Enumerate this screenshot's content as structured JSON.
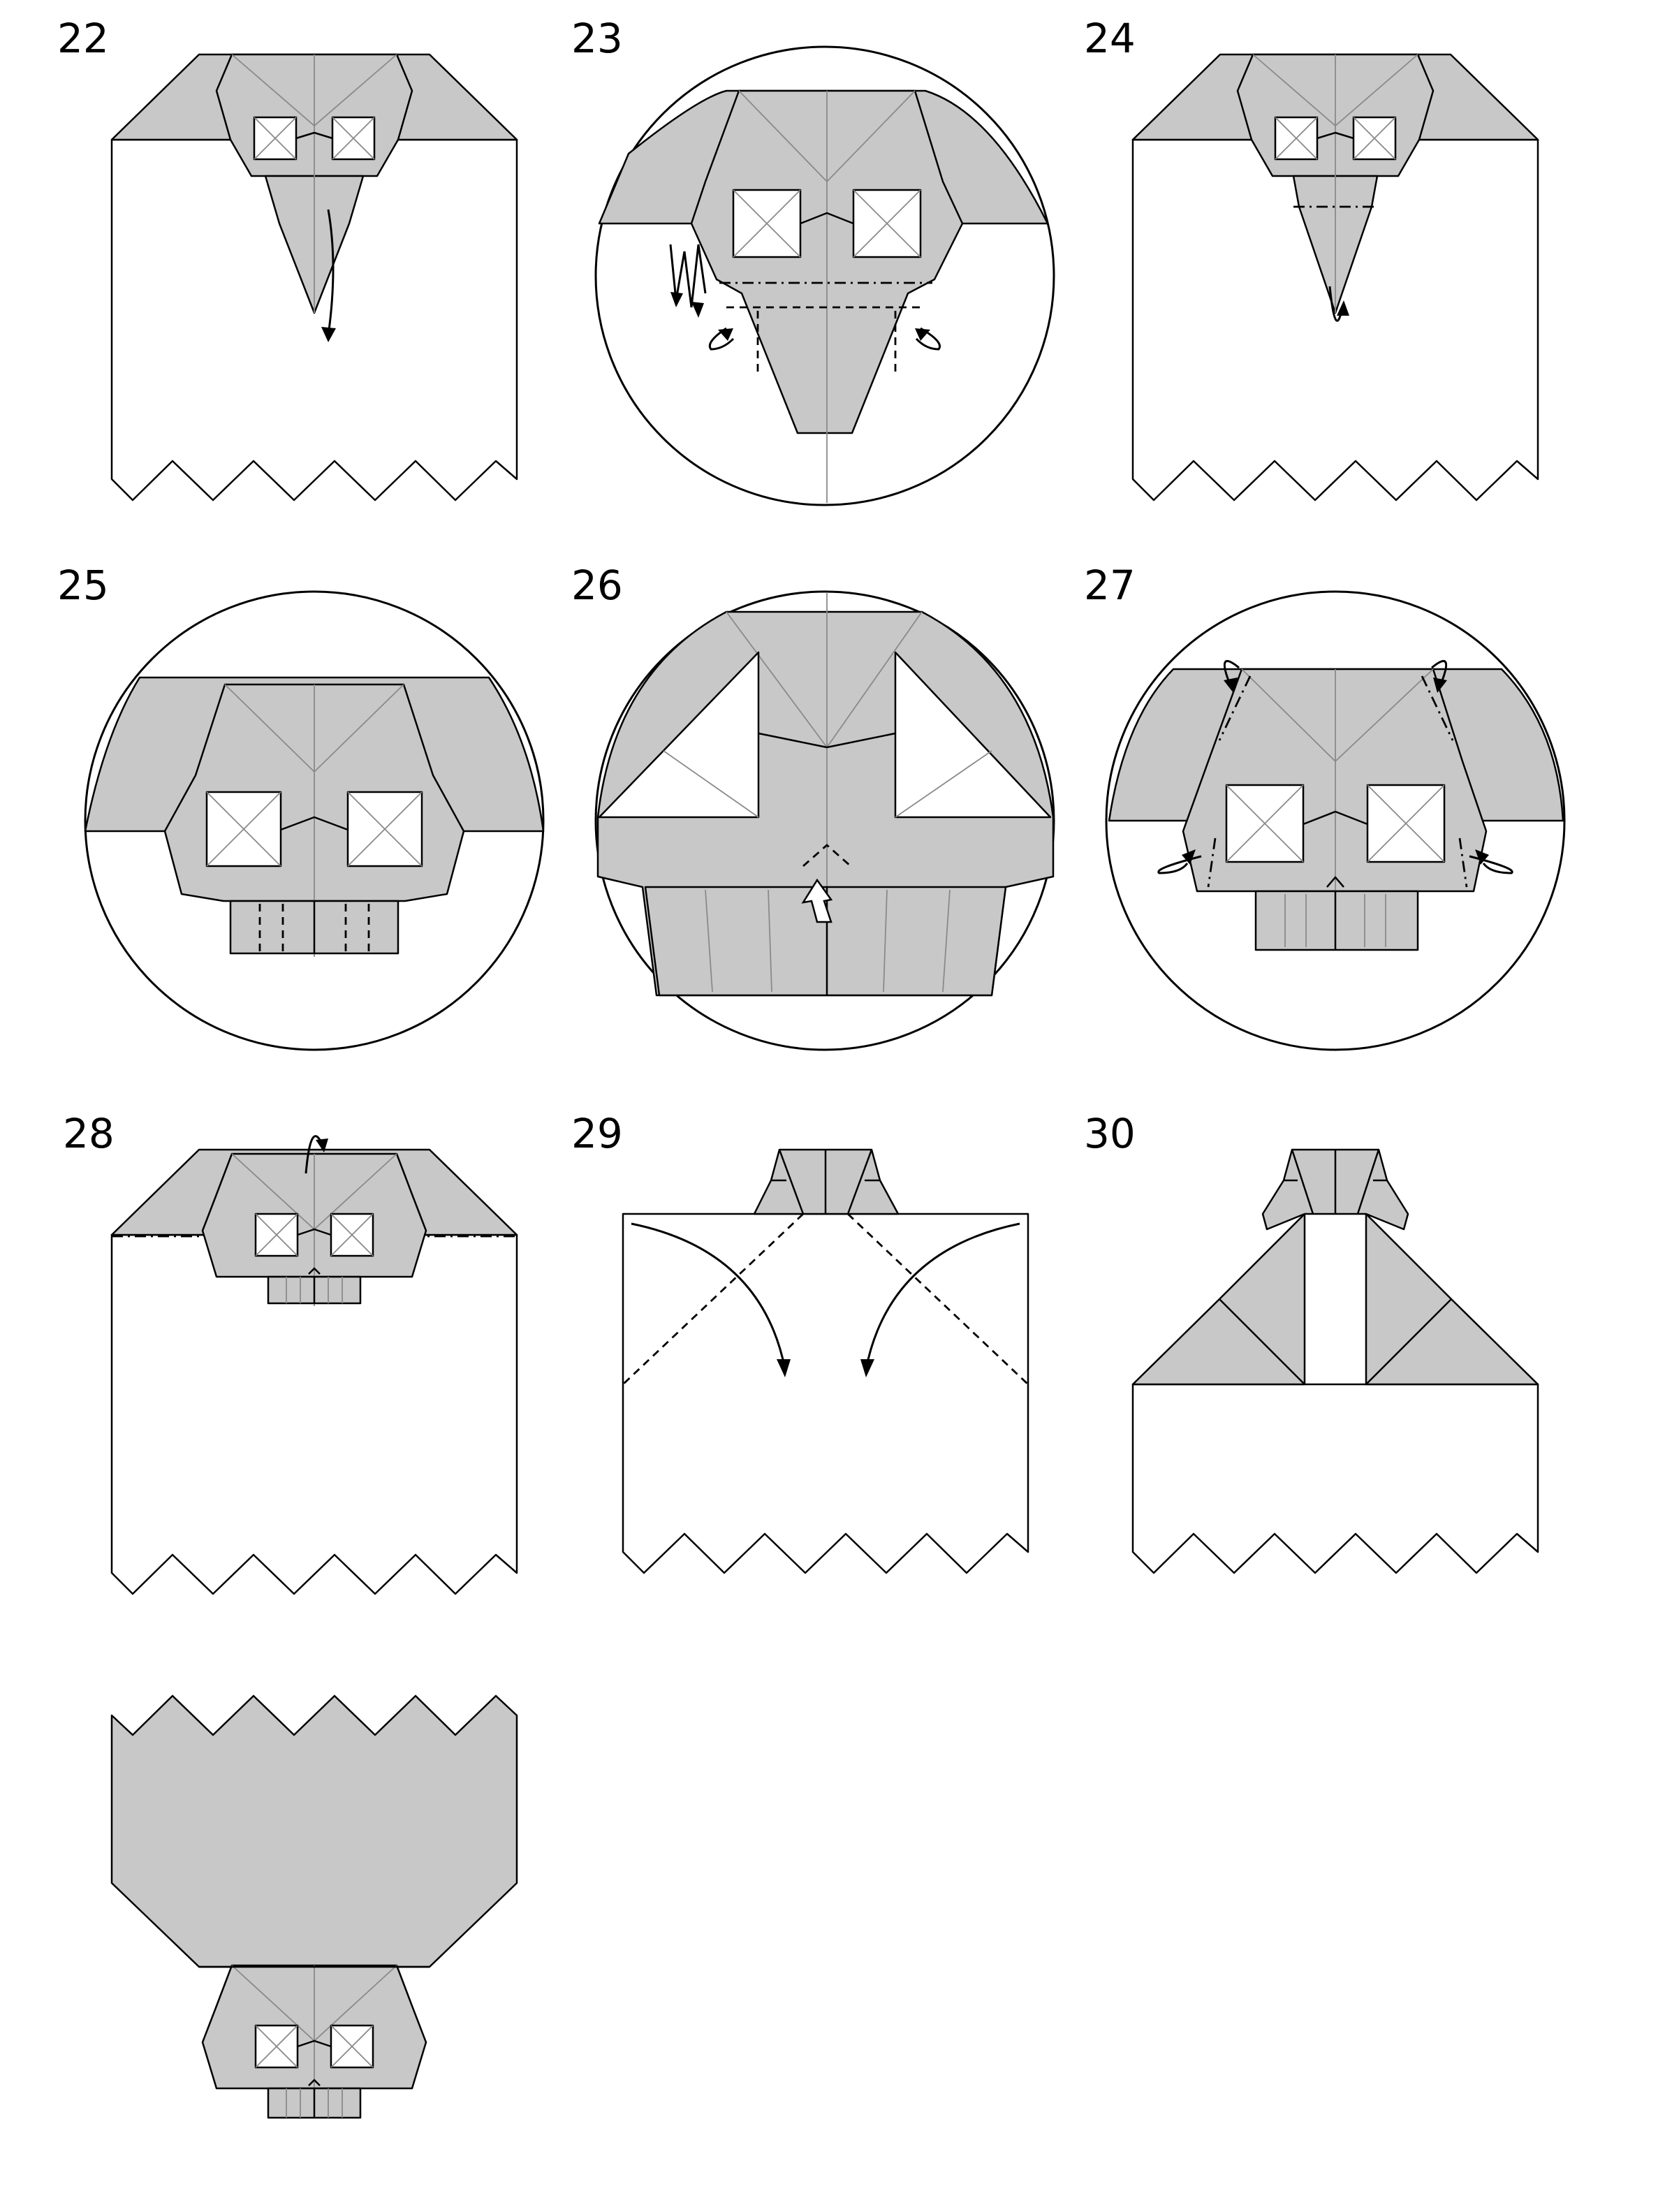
{
  "diagram": {
    "colors": {
      "paper_colored": "#c8c8c8",
      "paper_white": "#ffffff",
      "line": "#000000",
      "crease": "#8a8a8a"
    },
    "steps": [
      {
        "id": "step-22",
        "number": "22",
        "view": "full"
      },
      {
        "id": "step-23",
        "number": "23",
        "view": "zoom-circle"
      },
      {
        "id": "step-24",
        "number": "24",
        "view": "full"
      },
      {
        "id": "step-25",
        "number": "25",
        "view": "zoom-circle"
      },
      {
        "id": "step-26",
        "number": "26",
        "view": "zoom-circle"
      },
      {
        "id": "step-27",
        "number": "27",
        "view": "zoom-circle"
      },
      {
        "id": "step-28",
        "number": "28",
        "view": "full"
      },
      {
        "id": "step-29",
        "number": "29",
        "view": "full"
      },
      {
        "id": "step-30",
        "number": "30",
        "view": "full"
      },
      {
        "id": "step-final",
        "number": "",
        "view": "full"
      }
    ]
  }
}
